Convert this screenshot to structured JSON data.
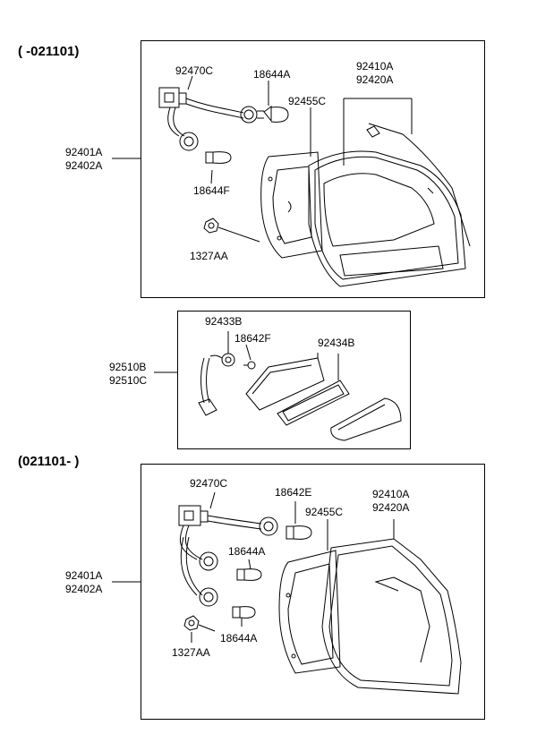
{
  "sections": [
    {
      "header": "( -021101)",
      "labels": {
        "assy_a": "92401A",
        "assy_b": "92402A",
        "socket": "92470C",
        "bulb_top": "18644A",
        "bulb_left": "18644F",
        "gasket": "92455C",
        "lens_a": "92410A",
        "lens_b": "92420A",
        "nut": "1327AA"
      }
    },
    {
      "labels": {
        "assy_a": "92510B",
        "assy_b": "92510C",
        "socket": "92433B",
        "bulb": "18642F",
        "lens": "92434B"
      }
    },
    {
      "header": "(021101- )",
      "labels": {
        "assy_a": "92401A",
        "assy_b": "92402A",
        "socket": "92470C",
        "bulb_top": "18642E",
        "gasket": "92455C",
        "lens_a": "92410A",
        "lens_b": "92420A",
        "bulb_mid": "18644A",
        "bulb_bot": "18644A",
        "nut": "1327AA"
      }
    }
  ]
}
